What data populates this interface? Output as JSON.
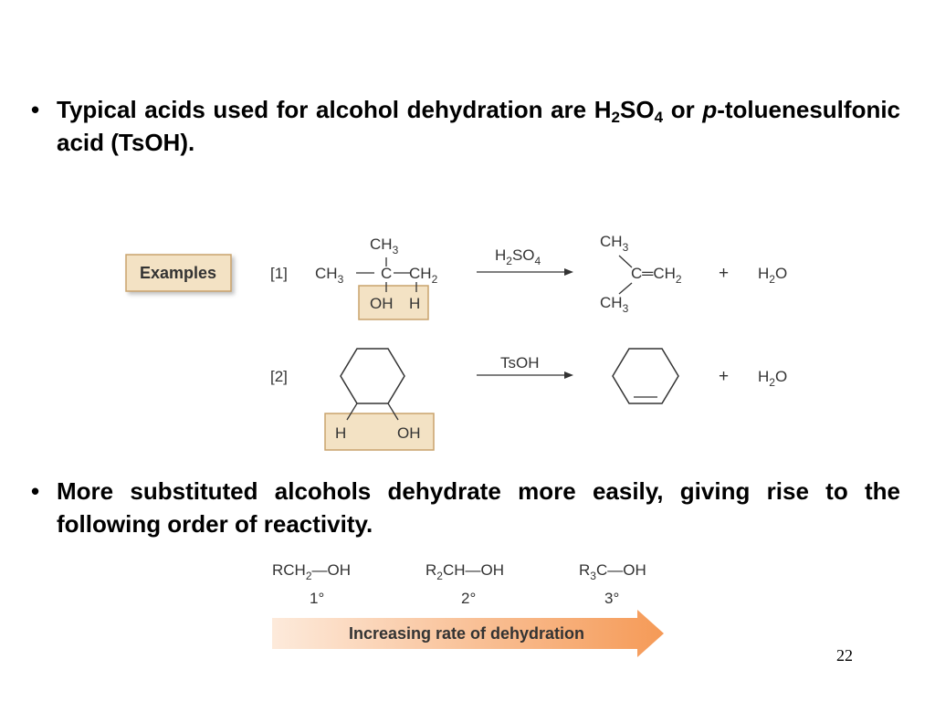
{
  "slide": {
    "bullet_symbol": "•",
    "bullet1": {
      "pre": "Typical acids used for alcohol dehydration are H",
      "sub1": "2",
      "mid": "SO",
      "sub2": "4",
      "or": " or ",
      "italic": "p",
      "post": "-toluenesulfonic acid (TsOH)."
    },
    "bullet2": "More substituted alcohols dehydrate more easily, giving rise to the following order of reactivity.",
    "page_number": "22"
  },
  "examples": {
    "label": "Examples",
    "reaction1": {
      "number": "[1]",
      "reactant_top": "CH",
      "reactant_top_sub": "3",
      "reactant_left": "CH",
      "reactant_left_sub": "3",
      "reactant_center": "C",
      "reactant_right": "CH",
      "reactant_right_sub": "2",
      "reactant_oh": "OH",
      "reactant_h": "H",
      "reagent": "H",
      "reagent_sub1": "2",
      "reagent_mid": "SO",
      "reagent_sub2": "4",
      "product_top": "CH",
      "product_top_sub": "3",
      "product_main": "C═CH",
      "product_main_sub": "2",
      "product_bottom": "CH",
      "product_bottom_sub": "3",
      "plus": "+",
      "water": "H",
      "water_sub": "2",
      "water_end": "O"
    },
    "reaction2": {
      "number": "[2]",
      "reagent": "TsOH",
      "reactant_h": "H",
      "reactant_oh": "OH",
      "plus": "+",
      "water": "H",
      "water_sub": "2",
      "water_end": "O"
    }
  },
  "reactivity": {
    "items": [
      {
        "group": "RCH",
        "sub": "2",
        "tail": "—OH",
        "degree": "1°"
      },
      {
        "group": "R",
        "sub": "2",
        "tail": "CH—OH",
        "degree": "2°"
      },
      {
        "group": "R",
        "sub": "3",
        "tail": "C—OH",
        "degree": "3°"
      }
    ],
    "arrow_label": "Increasing rate of dehydration"
  },
  "colors": {
    "highlight_fill": "#f3e2c4",
    "highlight_stroke": "#c9a36d",
    "arrow_start": "#fde7d6",
    "arrow_end": "#f59a57",
    "chem_text": "#333333"
  }
}
